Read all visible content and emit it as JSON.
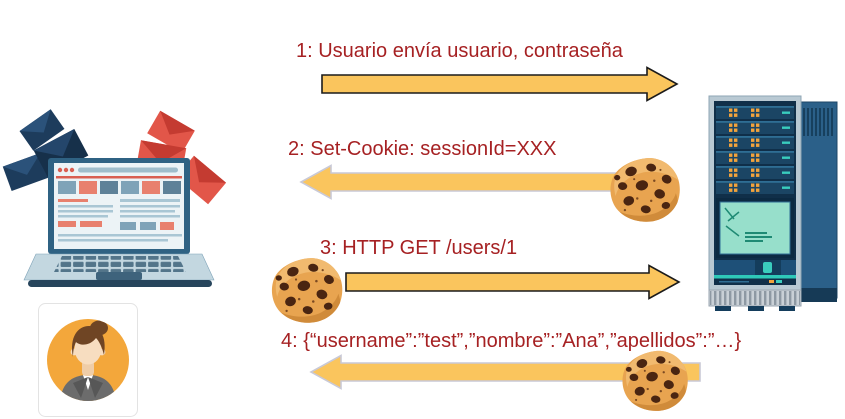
{
  "diagram": {
    "kind": "sequence-flow",
    "left_actor_icon": "laptop-with-emails",
    "left_actor_user_icon": "businesswoman-avatar",
    "right_actor_icon": "server-tower",
    "cookie_icon": "chocolate-chip-cookie"
  },
  "messages": [
    {
      "label": "1: Usuario envía usuario, contraseña",
      "direction": "right",
      "cookie": null
    },
    {
      "label": "2: Set-Cookie: sessionId=XXX",
      "direction": "left",
      "cookie": "at-right-end"
    },
    {
      "label": "3: HTTP GET /users/1",
      "direction": "right",
      "cookie": "at-left-end"
    },
    {
      "label": "4: {“username”:”test”,”nombre”:”Ana”,”apellidos”:”…}",
      "direction": "left",
      "cookie": "at-right-end"
    }
  ],
  "colors": {
    "background": "#FFFFFF",
    "message_text": "#A62123",
    "arrow_fill": "#FAC55D",
    "arrow_stroke_dark": "#1B1B1B",
    "arrow_stroke_light": "#C9C9D6"
  }
}
